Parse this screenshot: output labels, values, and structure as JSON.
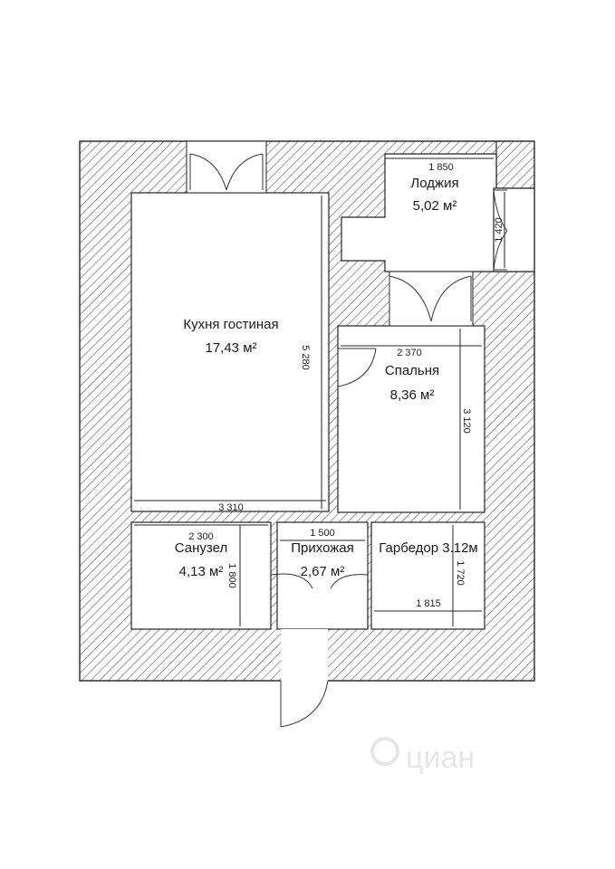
{
  "rooms": {
    "kitchen": {
      "name": "Кухня гостиная",
      "area": "17,43 м²"
    },
    "loggia": {
      "name": "Лоджия",
      "area": "5,02 м²"
    },
    "bedroom": {
      "name": "Спальня",
      "area": "8,36 м²"
    },
    "bathroom": {
      "name": "Санузел",
      "area": "4,13 м²"
    },
    "hallway": {
      "name": "Прихожая",
      "area": "2,67 м²"
    },
    "wardrobe": {
      "name": "Гарбедор 3.12м"
    }
  },
  "dimensions": {
    "loggia_width": "1 850",
    "loggia_height": "1 420",
    "kitchen_height": "5 280",
    "kitchen_width": "3 310",
    "bedroom_width": "2 370",
    "bedroom_height": "3 120",
    "bathroom_width": "2 300",
    "bathroom_height": "1 800",
    "hallway_width": "1 500",
    "wardrobe_height": "1 720",
    "wardrobe_width": "1 815"
  },
  "watermark": {
    "text": "циан"
  },
  "colors": {
    "wall_hatch": "#555555",
    "room_fill": "#ffffff",
    "line": "#222222"
  }
}
